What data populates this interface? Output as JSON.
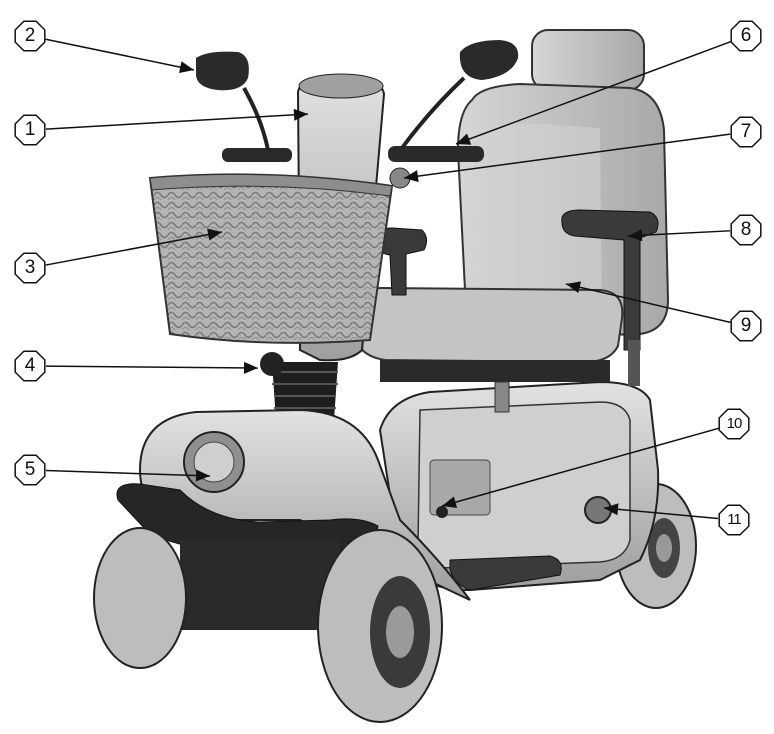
{
  "callouts": [
    {
      "label": "1"
    },
    {
      "label": "2"
    },
    {
      "label": "3"
    },
    {
      "label": "4"
    },
    {
      "label": "5"
    },
    {
      "label": "6"
    },
    {
      "label": "7"
    },
    {
      "label": "8"
    },
    {
      "label": "9"
    },
    {
      "label": "10"
    },
    {
      "label": "11"
    }
  ],
  "colors": {
    "outline": "#111111",
    "body_silver": "#c9c9c9",
    "body_dark": "#2a2a2a",
    "tire_grey": "#bdbdbd",
    "seat_grey": "#c2c2c2",
    "basket": "#a9a9a9"
  }
}
